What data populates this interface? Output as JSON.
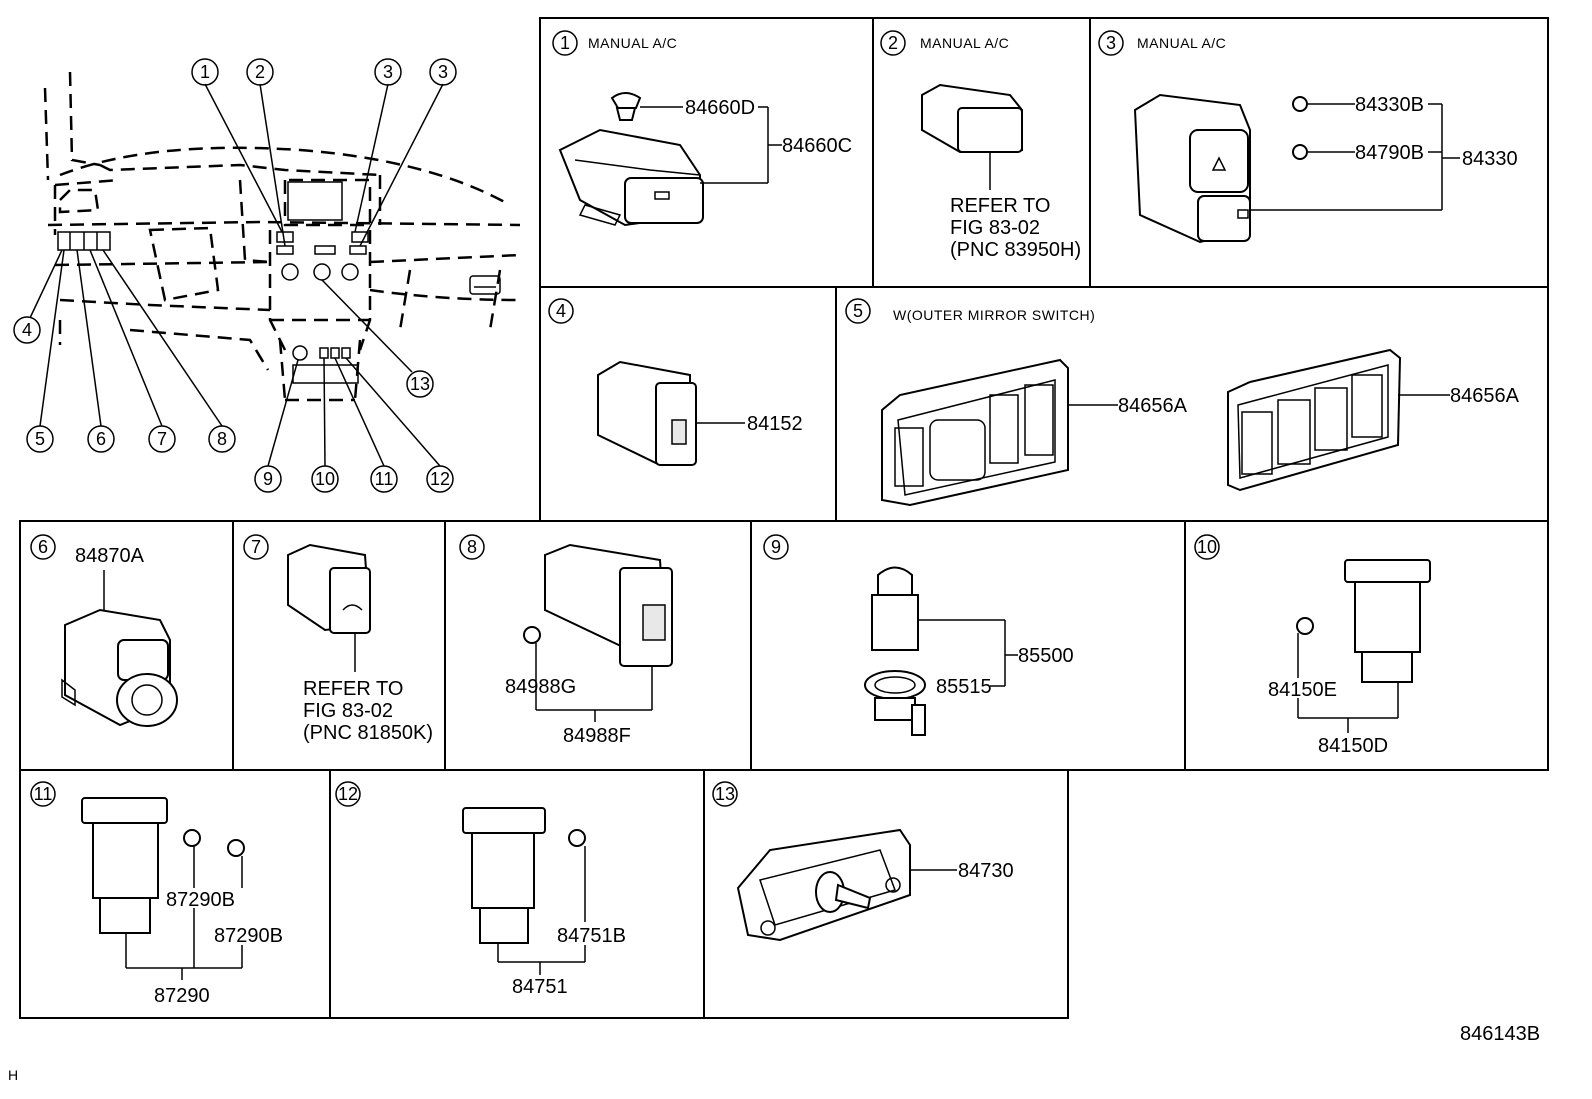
{
  "diagram": {
    "figure_code": "846143B",
    "corner_mark": "H",
    "callouts_overview": {
      "c1": "1",
      "c2": "2",
      "c3a": "3",
      "c3b": "3",
      "c4": "4",
      "c5": "5",
      "c6": "6",
      "c7": "7",
      "c8": "8",
      "c9": "9",
      "c10": "10",
      "c11": "11",
      "c12": "12",
      "c13": "13"
    },
    "panels": {
      "p1": {
        "num": "1",
        "title": "MANUAL A/C",
        "parts": [
          "84660D",
          "84660C"
        ]
      },
      "p2": {
        "num": "2",
        "title": "MANUAL A/C",
        "refer": [
          "REFER TO",
          "FIG   83-02",
          "(PNC 83950H)"
        ]
      },
      "p3": {
        "num": "3",
        "title": "MANUAL A/C",
        "parts": [
          "84330B",
          "84790B",
          "84330"
        ]
      },
      "p4": {
        "num": "4",
        "parts": [
          "84152"
        ]
      },
      "p5": {
        "num": "5",
        "title": "W(OUTER MIRROR SWITCH)",
        "parts": [
          "84656A",
          "84656A"
        ]
      },
      "p6": {
        "num": "6",
        "parts": [
          "84870A"
        ]
      },
      "p7": {
        "num": "7",
        "refer": [
          "REFER TO",
          "FIG   83-02",
          "(PNC 81850K)"
        ]
      },
      "p8": {
        "num": "8",
        "parts": [
          "84988G",
          "84988F"
        ]
      },
      "p9": {
        "num": "9",
        "parts": [
          "85500",
          "85515"
        ]
      },
      "p10": {
        "num": "10",
        "parts": [
          "84150E",
          "84150D"
        ]
      },
      "p11": {
        "num": "11",
        "parts": [
          "87290B",
          "87290B",
          "87290"
        ]
      },
      "p12": {
        "num": "12",
        "parts": [
          "84751B",
          "84751"
        ]
      },
      "p13": {
        "num": "13",
        "parts": [
          "84730"
        ]
      }
    }
  }
}
